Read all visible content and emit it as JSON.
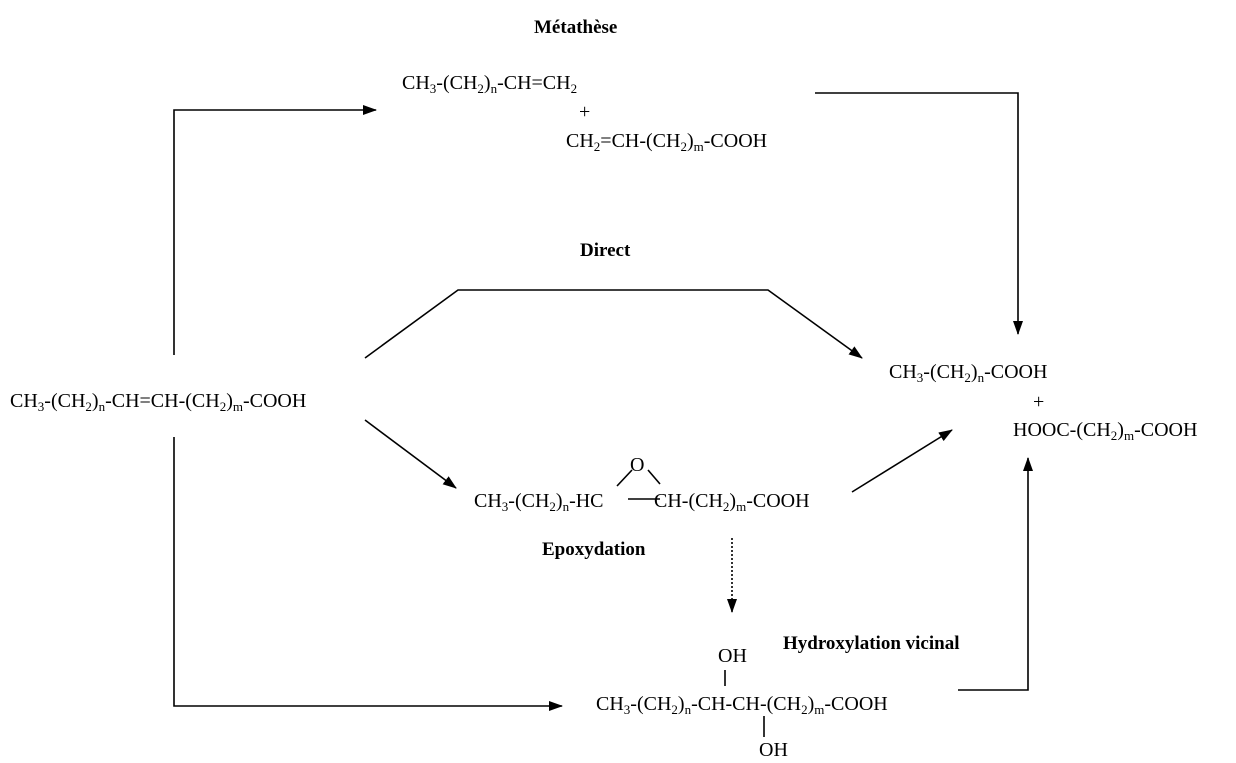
{
  "labels": {
    "metathese": "Métathèse",
    "direct": "Direct",
    "epoxydation": "Epoxydation",
    "hydroxylation": "Hydroxylation vicinal"
  },
  "formulas": {
    "start": [
      [
        "CH",
        "3"
      ],
      [
        "-(CH",
        "2"
      ],
      [
        ")",
        "n"
      ],
      [
        "-CH=CH-(CH",
        "2"
      ],
      [
        ")",
        "m"
      ],
      [
        "-COOH",
        ""
      ]
    ],
    "meta_alkene": [
      [
        "CH",
        "3"
      ],
      [
        "-(CH",
        "2"
      ],
      [
        ")",
        "n"
      ],
      [
        "-CH=CH",
        "2"
      ]
    ],
    "plus": "+",
    "meta_acid": [
      [
        "CH",
        "2"
      ],
      [
        "=CH-(CH",
        "2"
      ],
      [
        ")",
        "m"
      ],
      [
        "-COOH",
        ""
      ]
    ],
    "product_1": [
      [
        "CH",
        "3"
      ],
      [
        "-(CH",
        "2"
      ],
      [
        ")",
        "n"
      ],
      [
        "-COOH",
        ""
      ]
    ],
    "product_2": [
      [
        "HOOC-(CH",
        "2"
      ],
      [
        ")",
        "m"
      ],
      [
        "-COOH",
        ""
      ]
    ],
    "epoxide_left": [
      [
        "CH",
        "3"
      ],
      [
        "-(CH",
        "2"
      ],
      [
        ")",
        "n"
      ],
      [
        "-HC",
        ""
      ]
    ],
    "epoxide_right": [
      [
        "CH-(CH",
        "2"
      ],
      [
        ")",
        "m"
      ],
      [
        "-COOH",
        ""
      ]
    ],
    "epoxide_o": "O",
    "diol_main": [
      [
        "CH",
        "3"
      ],
      [
        "-(CH",
        "2"
      ],
      [
        ")",
        "n"
      ],
      [
        "-CH-CH-(CH",
        "2"
      ],
      [
        ")",
        "m"
      ],
      [
        "-COOH",
        ""
      ]
    ],
    "diol_oh": "OH"
  }
}
